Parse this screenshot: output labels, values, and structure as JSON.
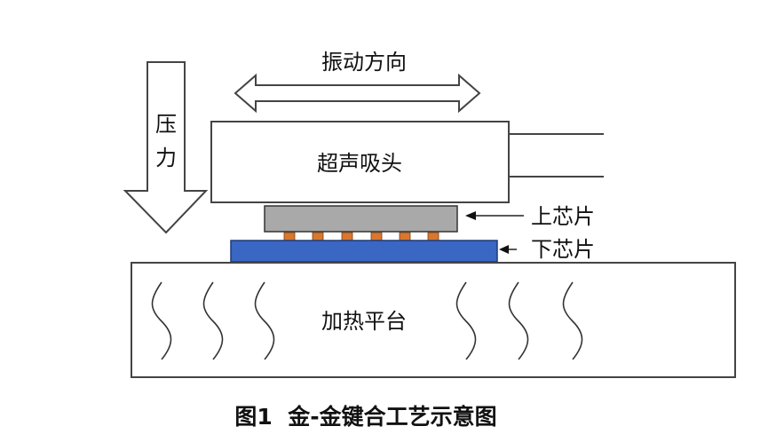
{
  "labels": {
    "pressure_1": "压",
    "pressure_2": "力",
    "vibration": "振动方向",
    "ultrasonic_head": "超声吸头",
    "upper_chip": "上芯片",
    "lower_chip": "下芯片",
    "heating_platform": "加热平台"
  },
  "caption": "图1  金-金键合工艺示意图",
  "colors": {
    "upper_chip": "#a9a9a9",
    "bump": "#d9772e",
    "lower_chip": "#3a66c4",
    "outline": "#333333"
  }
}
